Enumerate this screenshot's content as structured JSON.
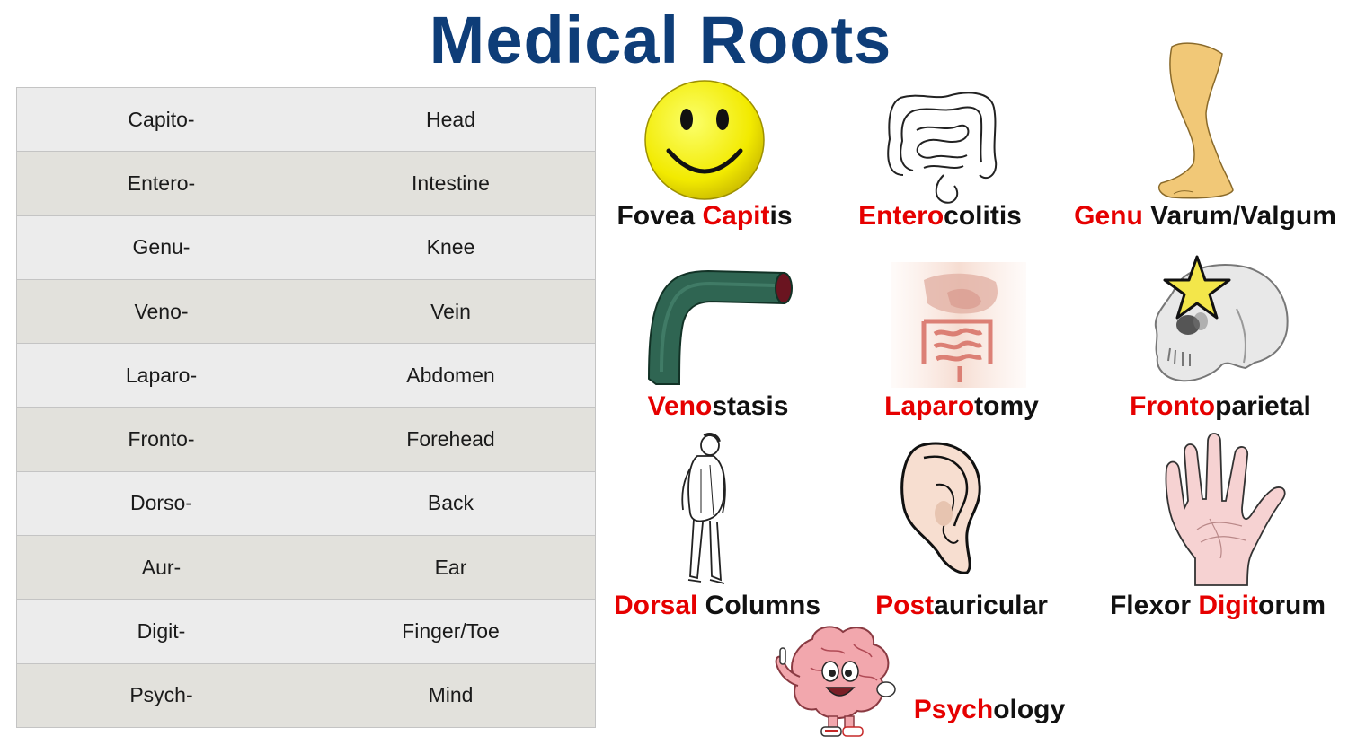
{
  "title": "Medical Roots",
  "table": {
    "rows": [
      {
        "root": "Capito-",
        "meaning": "Head"
      },
      {
        "root": "Entero-",
        "meaning": "Intestine"
      },
      {
        "root": "Genu-",
        "meaning": "Knee"
      },
      {
        "root": "Veno-",
        "meaning": "Vein"
      },
      {
        "root": "Laparo-",
        "meaning": "Abdomen"
      },
      {
        "root": "Fronto-",
        "meaning": "Forehead"
      },
      {
        "root": "Dorso-",
        "meaning": "Back"
      },
      {
        "root": "Aur-",
        "meaning": "Ear"
      },
      {
        "root": "Digit-",
        "meaning": "Finger/Toe"
      },
      {
        "root": "Psych-",
        "meaning": "Mind"
      }
    ]
  },
  "terms": {
    "fovea": {
      "plain1": "Fovea ",
      "red": "Capit",
      "plain2": "is",
      "image": "smiley-face-icon"
    },
    "enterocolitis": {
      "red": "Entero",
      "plain": "colitis",
      "image": "intestines-drawing"
    },
    "genu": {
      "red": "Genu",
      "plain": " Varum/Valgum",
      "image": "leg-illustration"
    },
    "venostasis": {
      "red": "Veno",
      "plain": "stasis",
      "image": "vein-tube-illustration"
    },
    "laparotomy": {
      "red": "Laparo",
      "plain": "tomy",
      "image": "abdomen-illustration"
    },
    "frontoparietal": {
      "red": "Fronto",
      "plain": "parietal",
      "image": "skull-with-star-illustration"
    },
    "dorsal": {
      "red": "Dorsal",
      "plain": " Columns",
      "image": "man-back-drawing"
    },
    "postauricular": {
      "red": "Post",
      "plain": "auricular",
      "image": "ear-illustration"
    },
    "flexor": {
      "plain1": "Flexor ",
      "red": "Digit",
      "plain2": "orum",
      "image": "hand-illustration"
    },
    "psychology": {
      "red": "Psych",
      "plain": "ology",
      "image": "brain-mascot-illustration"
    }
  },
  "colors": {
    "title": "#0e3d78",
    "highlight": "#e60000",
    "text": "#111111"
  }
}
